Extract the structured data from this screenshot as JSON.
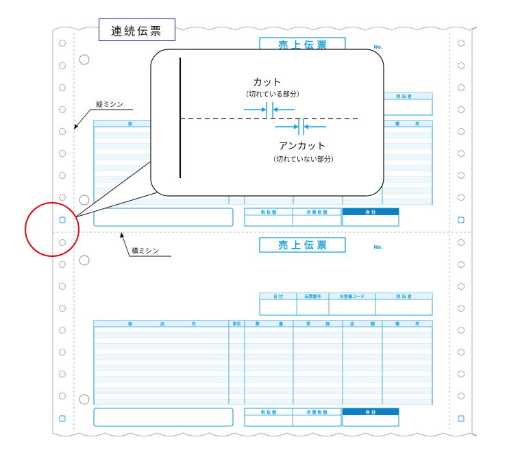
{
  "title": "連続伝票",
  "colors": {
    "form": "#1a9fd8",
    "header_fill": "#0e7fc1",
    "callout_circle": "#d8141b",
    "title_border": "#1a1aa0"
  },
  "labels": {
    "vertical_perforation": "縦ミシン",
    "horizontal_perforation": "横ミシン"
  },
  "callout": {
    "cut": "カット",
    "cut_note": "（切れている部分）",
    "uncut": "アンカット",
    "uncut_note": "（切れていない部分）"
  },
  "form": {
    "title": "売 上 伝 票",
    "no": "No.",
    "info_headers": [
      "日 付",
      "伝票番号",
      "お客様コード",
      "担 当 者"
    ],
    "item_headers": [
      "商",
      "品",
      "名",
      "単位",
      "数",
      "量",
      "単",
      "価",
      "金",
      "額",
      "備",
      "考"
    ],
    "totals": [
      "税 抜 額",
      "消 費 税 額",
      "合 計"
    ]
  }
}
